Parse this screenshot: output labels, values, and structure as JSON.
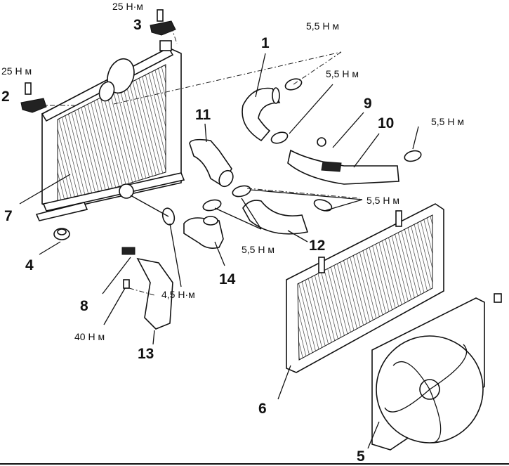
{
  "callouts": {
    "c1": "1",
    "c2": "2",
    "c3": "3",
    "c4": "4",
    "c5": "5",
    "c6": "6",
    "c7": "7",
    "c8": "8",
    "c9": "9",
    "c10": "10",
    "c11": "11",
    "c12": "12",
    "c13": "13",
    "c14": "14"
  },
  "torques": {
    "t_bolt3": "25 Н·м",
    "t_bolt2": "25 Н м",
    "t_clamp_top": "5,5 Н м",
    "t_clamp_mid": "5,5 Н м",
    "t_clamp_right": "5,5 Н м",
    "t_clamp_lower": "5,5 Н м",
    "t_clamp_center": "5,5 Н м",
    "t_clamp_small": "4,5 Н·м",
    "t_bolt8": "40 Н м"
  }
}
